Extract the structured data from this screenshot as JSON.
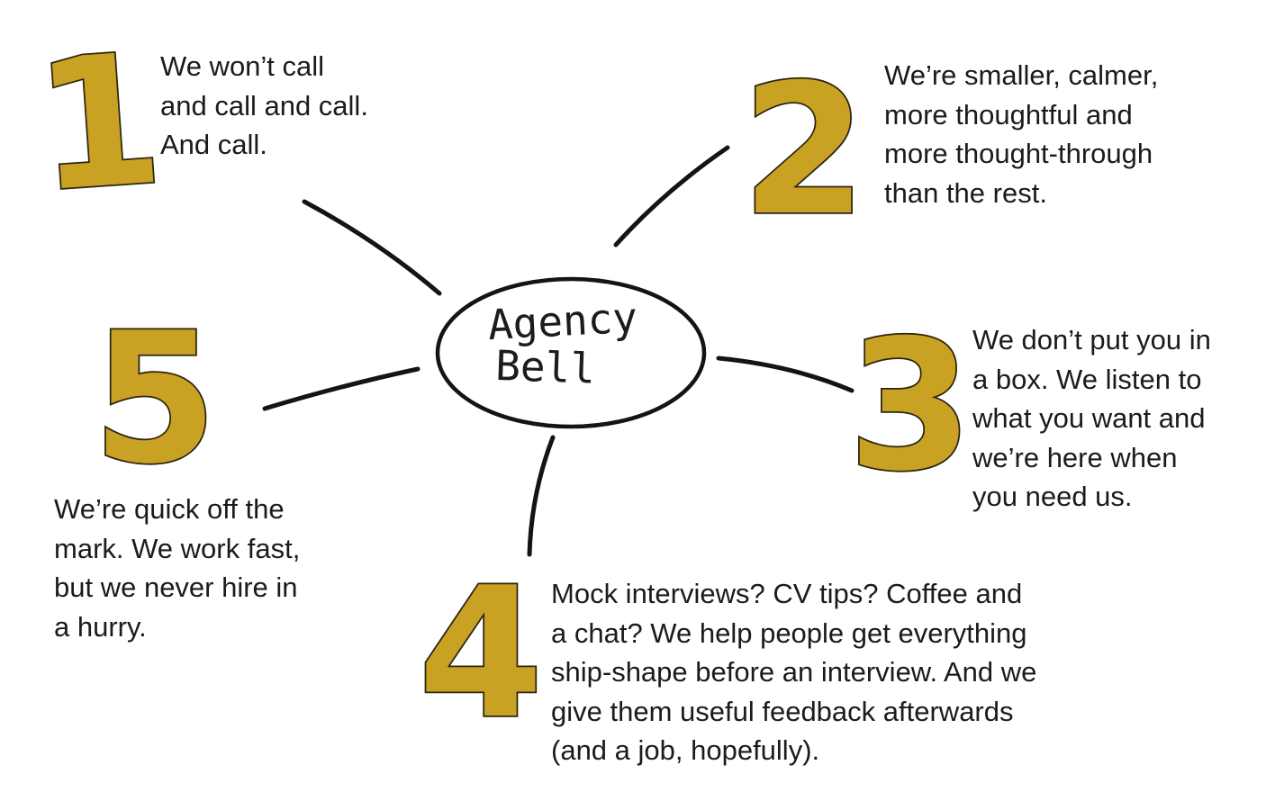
{
  "center": {
    "line1": "Agency",
    "line2": "Bell"
  },
  "points": [
    {
      "number": "1",
      "lines": [
        "We won’t call",
        "and call and call.",
        "And call."
      ]
    },
    {
      "number": "2",
      "lines": [
        "We’re smaller, calmer,",
        "more thoughtful and",
        "more thought-through",
        "than the rest."
      ]
    },
    {
      "number": "3",
      "lines": [
        "We don’t put you in",
        "a box. We listen to",
        "what you want and",
        "we’re here when",
        "you need us."
      ]
    },
    {
      "number": "4",
      "lines": [
        "Mock interviews? CV tips? Coffee and",
        "a chat? We help people get everything",
        "ship-shape before an interview. And we",
        "give them useful feedback afterwards",
        "(and a job, hopefully)."
      ]
    },
    {
      "number": "5",
      "lines": [
        "We’re quick off the",
        "mark. We work fast,",
        "but we never hire in",
        "a hurry."
      ]
    }
  ],
  "colors": {
    "number_fill": "#caa223",
    "number_outline": "#2b2411",
    "ink": "#1b1b1b"
  }
}
